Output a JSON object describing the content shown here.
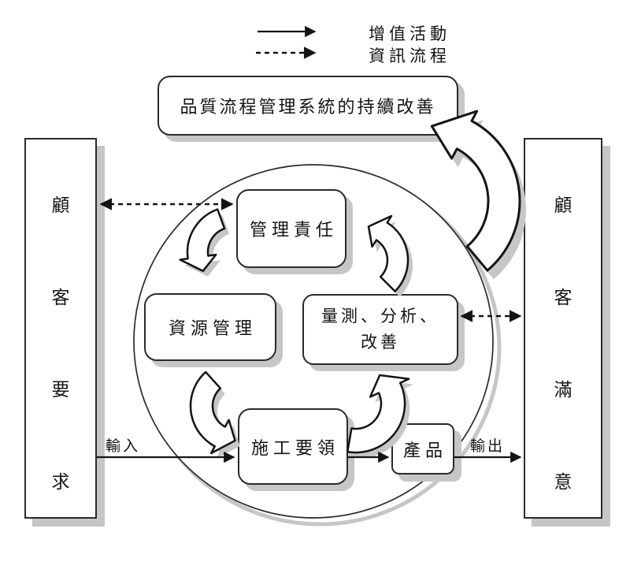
{
  "legend": {
    "solid_label": "增值活動",
    "dashed_label": "資訊流程"
  },
  "title_box": {
    "label": "品質流程管理系統的持續改善"
  },
  "customer_requirements": {
    "chars": [
      "顧",
      "客",
      "要",
      "求"
    ]
  },
  "customer_satisfaction": {
    "chars": [
      "顧",
      "客",
      "滿",
      "意"
    ]
  },
  "process": {
    "management": "管理責任",
    "resource": "資源管理",
    "measurement_line1": "量測、分析、",
    "measurement_line2": "改善",
    "construction": "施工要領",
    "product": "產品"
  },
  "flow_labels": {
    "input": "輸入",
    "output": "輸出"
  },
  "colors": {
    "line": "#1a1a1a",
    "shadow": "#c6c6c6"
  }
}
